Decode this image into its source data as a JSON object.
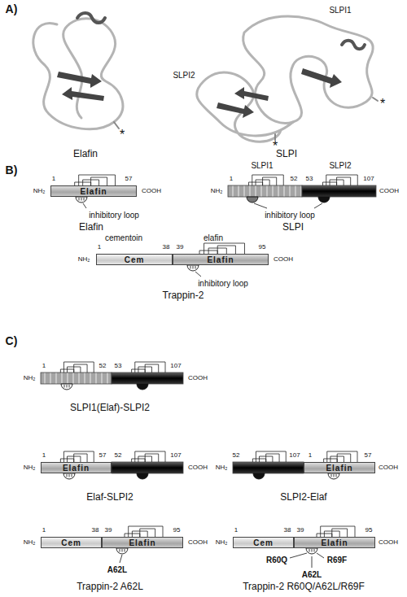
{
  "diagram": {
    "nodes": [
      {
        "text": [
          "Elafin"
        ]
      },
      {
        "text": [
          "Cem"
        ]
      },
      {
        "text": [
          "Elafin"
        ]
      },
      {
        "text": [
          "Elafin"
        ]
      },
      {
        "text": [
          "Elafin"
        ]
      },
      {
        "text": [
          "Cem"
        ]
      },
      {
        "text": [
          "Elafin"
        ]
      },
      {
        "text": [
          "Cem"
        ]
      },
      {
        "text": [
          "Elafin"
        ]
      }
    ],
    "labels": [
      "A)",
      "SLPI1",
      "*",
      "SLPI2",
      "*",
      "*",
      "Elafin",
      "SLPI",
      "B)",
      "1",
      "57",
      "NH₂",
      "COOH",
      "inhibitory loop",
      "Elafin",
      "SLPI1",
      "SLPI2",
      "1",
      "52",
      "53",
      "107",
      "NH₂",
      "COOH",
      "inhibitory loop",
      "SLPI",
      "cementoin",
      "elafin",
      "1",
      "38",
      "39",
      "95",
      "NH₂",
      "COOH",
      "inhibitory loop",
      "Trappin-2",
      "C)",
      "1",
      "52",
      "53",
      "107",
      "NH₂",
      "COOH",
      "SLPI1(Elaf)-SLPI2",
      "1",
      "57",
      "52",
      "107",
      "NH₂",
      "COOH",
      "Elaf-SLPI2",
      "52",
      "107",
      "1",
      "57",
      "NH₂",
      "COOH",
      "SLPI2-Elaf",
      "1",
      "38",
      "39",
      "95",
      "NH₂",
      "COOH",
      "A62L",
      "Trappin-2 A62L",
      "1",
      "38",
      "39",
      "95",
      "NH₂",
      "COOH",
      "R60Q",
      "A62L",
      "R69F",
      "Trappin-2 R60Q/A62L/R69F"
    ]
  }
}
